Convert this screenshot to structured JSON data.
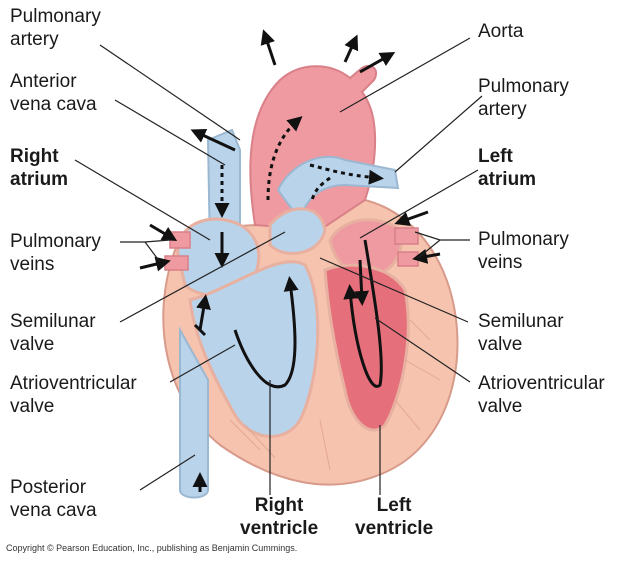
{
  "labels": {
    "pulmonary_artery_left": "Pulmonary\nartery",
    "anterior_vena_cava": "Anterior\nvena cava",
    "right_atrium": "Right\natrium",
    "pulmonary_veins_left": "Pulmonary\nveins",
    "semilunar_valve_left": "Semilunar\nvalve",
    "av_valve_left": "Atrioventricular\nvalve",
    "posterior_vena_cava": "Posterior\nvena cava",
    "right_ventricle": "Right\nventricle",
    "left_ventricle": "Left\nventricle",
    "aorta": "Aorta",
    "pulmonary_artery_right": "Pulmonary\nartery",
    "left_atrium": "Left\natrium",
    "pulmonary_veins_right": "Pulmonary\nveins",
    "semilunar_valve_right": "Semilunar\nvalve",
    "av_valve_right": "Atrioventricular\nvalve"
  },
  "copyright": "Copyright © Pearson Education, Inc., publishing as Benjamin Cummings.",
  "colors": {
    "oxygen_poor": "#b9d3ea",
    "oxygen_rich": "#ef9aa0",
    "muscle": "#f5c3ae",
    "outline": "#d89a8a",
    "arrow": "#111111"
  }
}
